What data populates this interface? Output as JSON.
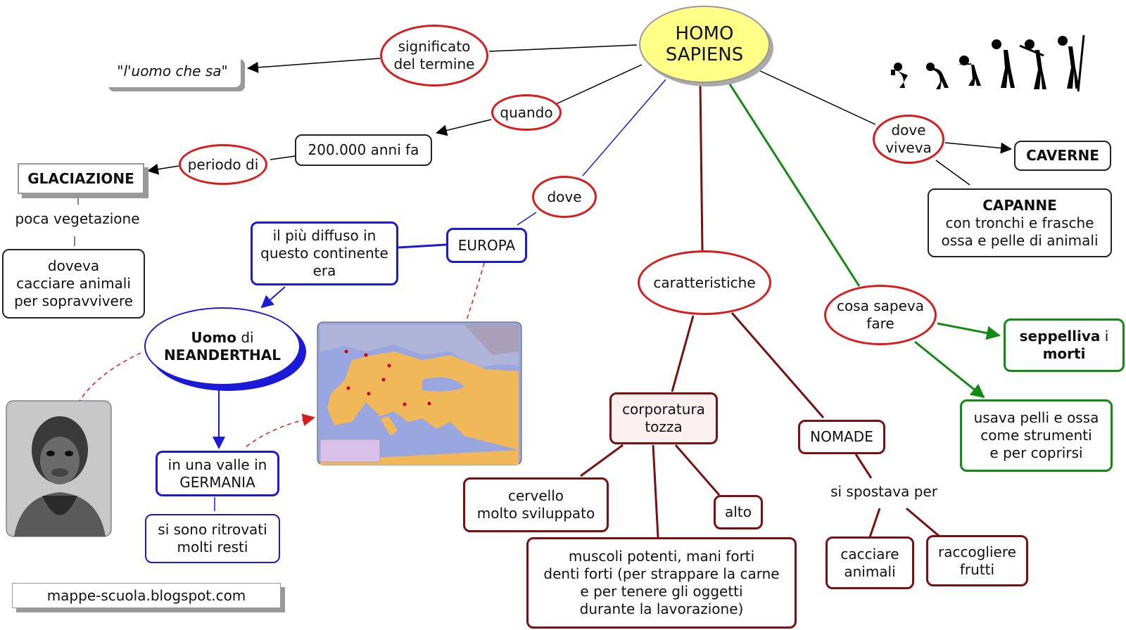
{
  "root": {
    "line1": "HOMO",
    "line2": "SAPIENS"
  },
  "links": {
    "significato": "significato\ndel termine",
    "quando": "quando",
    "periodo": "periodo di",
    "dove_europa": "dove",
    "caratteristiche": "caratteristiche",
    "cosa_sapeva": "cosa sapeva\nfare",
    "dove_viveva": "dove\nviveva"
  },
  "nodes": {
    "uomo_che_sa": "\"l'uomo che sa\"",
    "anni": "200.000 anni fa",
    "glaciazione": "GLACIAZIONE",
    "poca_vegetazione": "poca vegetazione",
    "doveva": "doveva\ncacciare animali\nper sopravvivere",
    "europa": "EUROPA",
    "diffuso": "il più diffuso in\nquesto continente\nera",
    "neanderthal_bold1": "Uomo",
    "neanderthal_normal": " di",
    "neanderthal_bold2": "NEANDERTHAL",
    "valle": "in una valle in\nGERMANIA",
    "resti": "si sono ritrovati\nmolti resti",
    "blog": "mappe-scuola.blogspot.com",
    "corporatura": "corporatura\ntozza",
    "cervello": "cervello\nmolto sviluppato",
    "alto": "alto",
    "muscoli": "muscoli potenti, mani forti\ndenti forti (per strappare la carne\ne per tenere gli oggetti\ndurante la lavorazione)",
    "nomade": "NOMADE",
    "si_spostava": "si spostava per",
    "cacciare": "cacciare\nanimali",
    "raccogliere": "raccogliere\nfrutti",
    "seppelliva_bold1": "seppelliva",
    "seppelliva_normal": " i",
    "seppelliva_bold2": "morti",
    "usava": "usava pelli e ossa\ncome strumenti\ne per coprirsi",
    "caverne": "CAVERNE",
    "capanne_title": "CAPANNE",
    "capanne_text": "con tronchi e frasche\nossa e pelle di animali"
  },
  "colors": {
    "link_ellipse": "#d81b1b",
    "blue": "#1a1ad8",
    "dark_red": "#7a1010",
    "green": "#138a13",
    "root_fill": "#ffff88",
    "map_sea": "#9aa6e0",
    "map_land": "#f1b85a"
  },
  "images": [
    "evolution-silhouettes",
    "neanderthal-photo",
    "europe-map"
  ]
}
